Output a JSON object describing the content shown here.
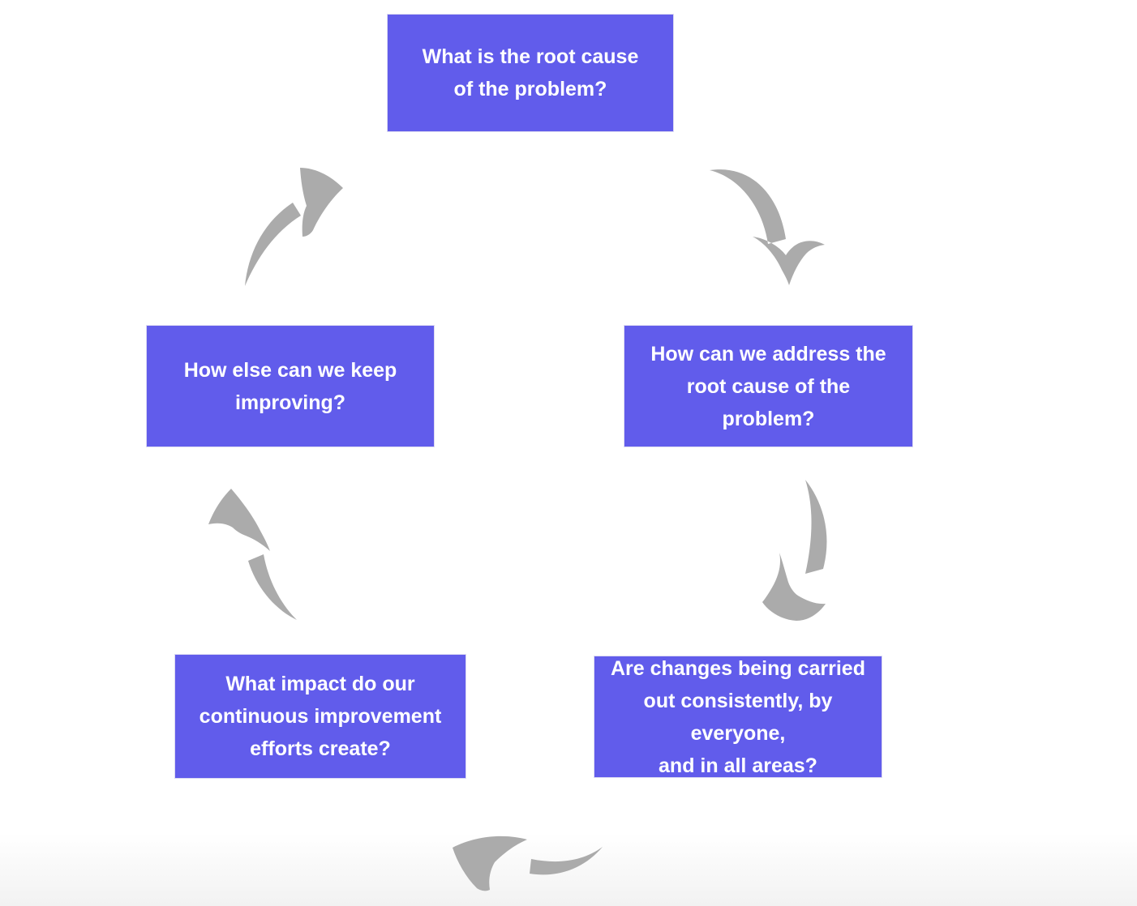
{
  "diagram": {
    "type": "cycle",
    "boxes": [
      {
        "id": "top",
        "lines": [
          "What is the root cause",
          "of the problem?"
        ]
      },
      {
        "id": "right",
        "lines": [
          "How can we address the",
          "root cause of the",
          "problem?"
        ]
      },
      {
        "id": "bottom_right",
        "lines": [
          "Are changes being carried",
          "out consistently, by everyone,",
          "and in all areas?"
        ]
      },
      {
        "id": "bottom_left",
        "lines": [
          "What impact do our",
          "continuous improvement",
          "efforts create?"
        ]
      },
      {
        "id": "left",
        "lines": [
          "How else can we keep",
          "improving?"
        ]
      }
    ],
    "arrows": [
      {
        "name": "curved-arrow-top-to-right",
        "from": "top",
        "to": "right"
      },
      {
        "name": "curved-arrow-right-to-bottom-right",
        "from": "right",
        "to": "bottom_right"
      },
      {
        "name": "curved-arrow-bottom-right-to-bottom-left",
        "from": "bottom_right",
        "to": "bottom_left"
      },
      {
        "name": "curved-arrow-bottom-left-to-left",
        "from": "bottom_left",
        "to": "left"
      },
      {
        "name": "curved-arrow-left-to-top",
        "from": "left",
        "to": "top"
      }
    ],
    "colors": {
      "box_fill": "#615CEB",
      "box_text": "#FFFFFF",
      "arrow": "#ABABAB",
      "background": "#FFFFFF",
      "background_bottom": "#F2F2F2"
    }
  }
}
